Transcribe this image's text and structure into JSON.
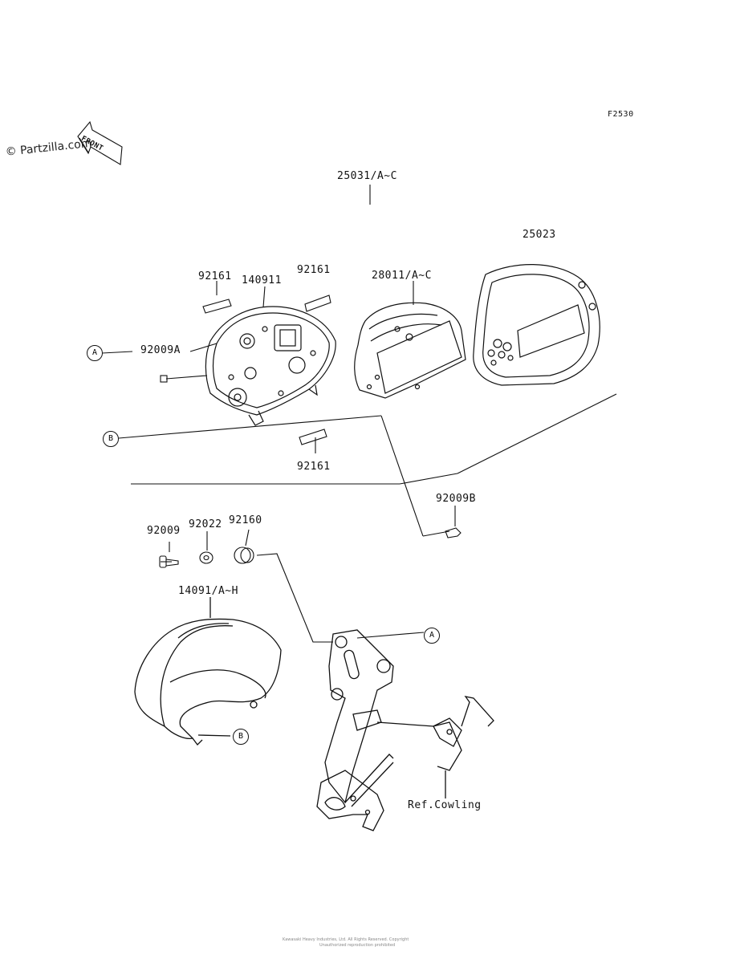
{
  "diagram": {
    "figure_code": "F2530",
    "watermark": "© Partzilla.com",
    "front_arrow_label": "FRONT",
    "parts": [
      "25031/A~C",
      "25023",
      "92161",
      "140911",
      "92161",
      "28011/A~C",
      "92009A",
      "92161",
      "92009B",
      "92009",
      "92022",
      "92160",
      "14091/A~H",
      "Ref.Cowling"
    ],
    "callouts": [
      "A",
      "B",
      "A",
      "B"
    ],
    "footer_line1": "Kawasaki Heavy Industries, Ltd. All Rights Reserved. Copyright",
    "footer_line2": "Unauthorized reproduction prohibited"
  }
}
